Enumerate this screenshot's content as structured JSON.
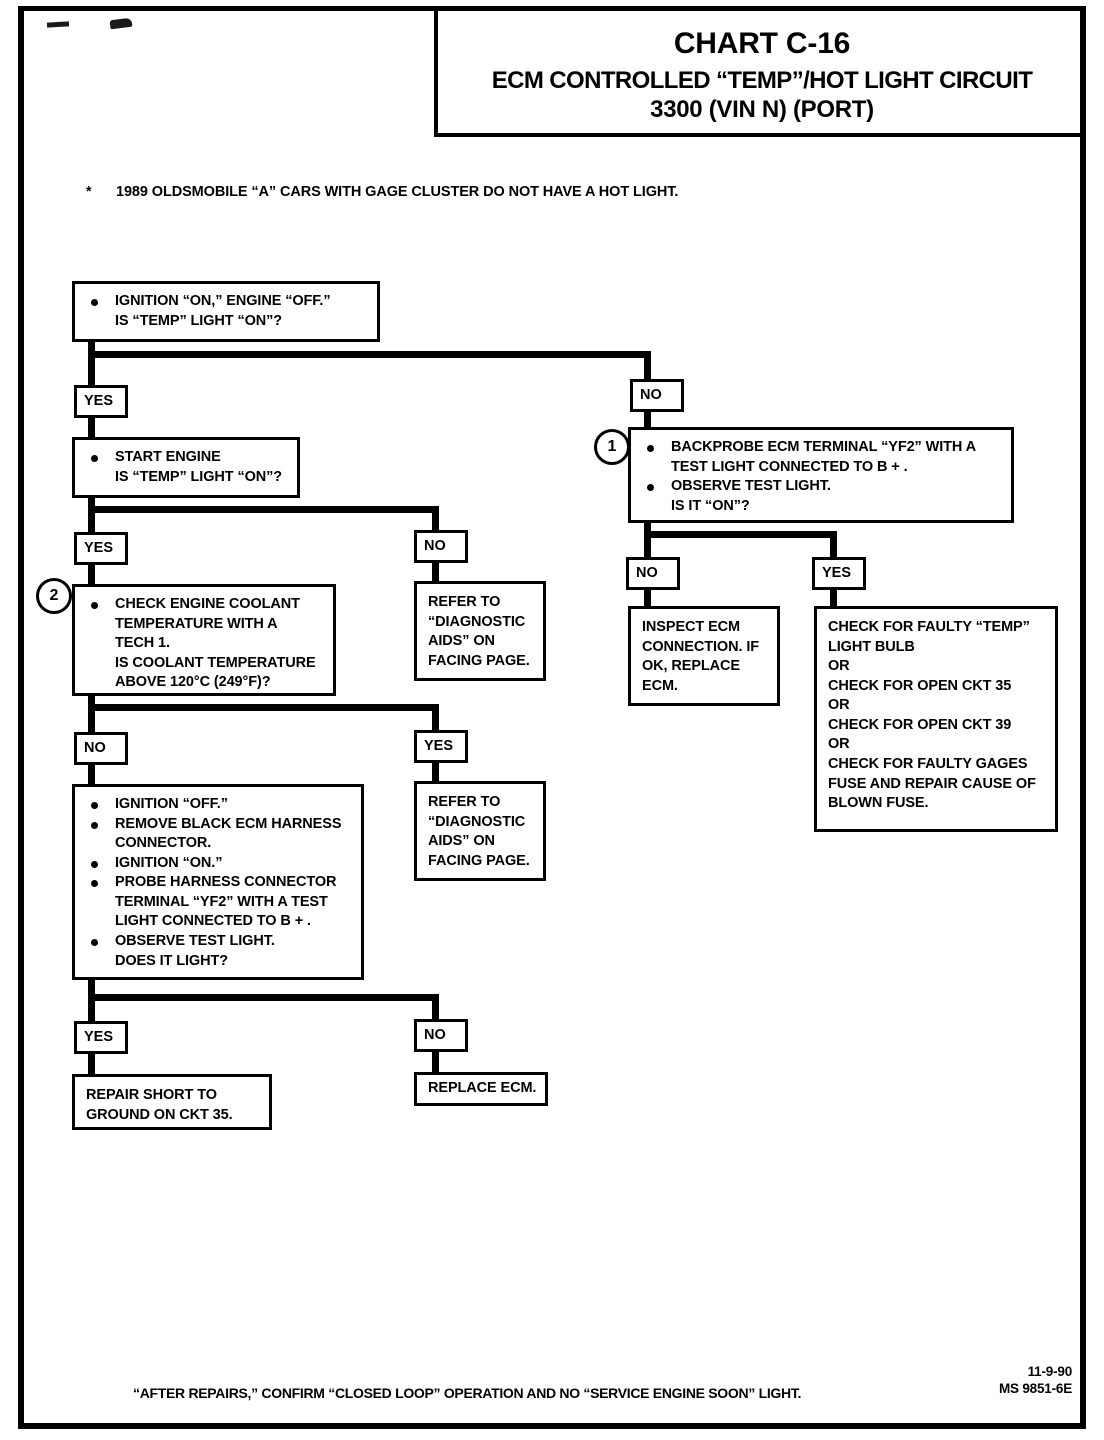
{
  "page": {
    "title_main": "CHART C-16",
    "title_sub1": "ECM CONTROLLED “TEMP”/HOT LIGHT CIRCUIT",
    "title_sub2": "3300  (VIN N) (PORT)",
    "footnote_marker": "*",
    "footnote": "1989 OLDSMOBILE “A” CARS WITH GAGE CLUSTER DO NOT HAVE A HOT LIGHT.",
    "footer_text": "“AFTER REPAIRS,” CONFIRM “CLOSED LOOP” OPERATION AND NO “SERVICE ENGINE SOON” LIGHT.",
    "footer_text_italic": "AFTER REPAIRS,",
    "footer_date": "11-9-90",
    "footer_code": "MS 9851-6E"
  },
  "labels": {
    "yes": "YES",
    "no": "NO",
    "ref1": "1",
    "ref2": "2"
  },
  "nodes": {
    "start": {
      "bullets": [
        [
          "IGNITION “ON,” ENGINE “OFF.”",
          "IS “TEMP” LIGHT “ON”?"
        ]
      ]
    },
    "start_engine": {
      "bullets": [
        [
          "START ENGINE",
          "IS “TEMP” LIGHT “ON”?"
        ]
      ]
    },
    "backprobe": {
      "bullets": [
        [
          "BACKPROBE ECM TERMINAL “YF2” WITH A",
          "TEST LIGHT CONNECTED TO B + ."
        ],
        [
          "OBSERVE TEST LIGHT.",
          "IS IT “ON”?"
        ]
      ]
    },
    "check_coolant": {
      "bullets": [
        [
          "CHECK ENGINE COOLANT",
          "TEMPERATURE WITH A",
          "TECH 1.",
          "IS COOLANT TEMPERATURE",
          "ABOVE 120°C (249°F)?"
        ]
      ]
    },
    "refer_aids_1": {
      "lines": [
        "REFER TO",
        "“DIAGNOSTIC",
        "AIDS” ON",
        "FACING PAGE."
      ]
    },
    "refer_aids_2": {
      "lines": [
        "REFER TO",
        "“DIAGNOSTIC",
        "AIDS” ON",
        "FACING PAGE."
      ]
    },
    "inspect_ecm": {
      "lines": [
        "INSPECT ECM",
        "CONNECTION. IF",
        "OK, REPLACE",
        "ECM."
      ]
    },
    "check_faulty": {
      "lines": [
        "CHECK FOR FAULTY “TEMP”",
        "LIGHT BULB",
        "OR",
        "CHECK FOR OPEN CKT 35",
        "OR",
        "CHECK FOR OPEN CKT 39",
        "OR",
        "CHECK FOR FAULTY GAGES",
        "FUSE AND REPAIR CAUSE OF",
        "BLOWN FUSE."
      ]
    },
    "harness_test": {
      "bullets": [
        [
          "IGNITION “OFF.”"
        ],
        [
          "REMOVE BLACK ECM HARNESS",
          "CONNECTOR."
        ],
        [
          "IGNITION “ON.”"
        ],
        [
          "PROBE HARNESS CONNECTOR",
          "TERMINAL “YF2” WITH A TEST",
          "LIGHT CONNECTED TO B + ."
        ],
        [
          "OBSERVE TEST LIGHT.",
          "DOES IT LIGHT?"
        ]
      ]
    },
    "repair_short": {
      "lines": [
        "REPAIR SHORT TO",
        "GROUND ON CKT 35."
      ]
    },
    "replace_ecm": {
      "lines": [
        "REPLACE ECM."
      ]
    }
  },
  "colors": {
    "ink": "#000000",
    "paper": "#ffffff"
  }
}
